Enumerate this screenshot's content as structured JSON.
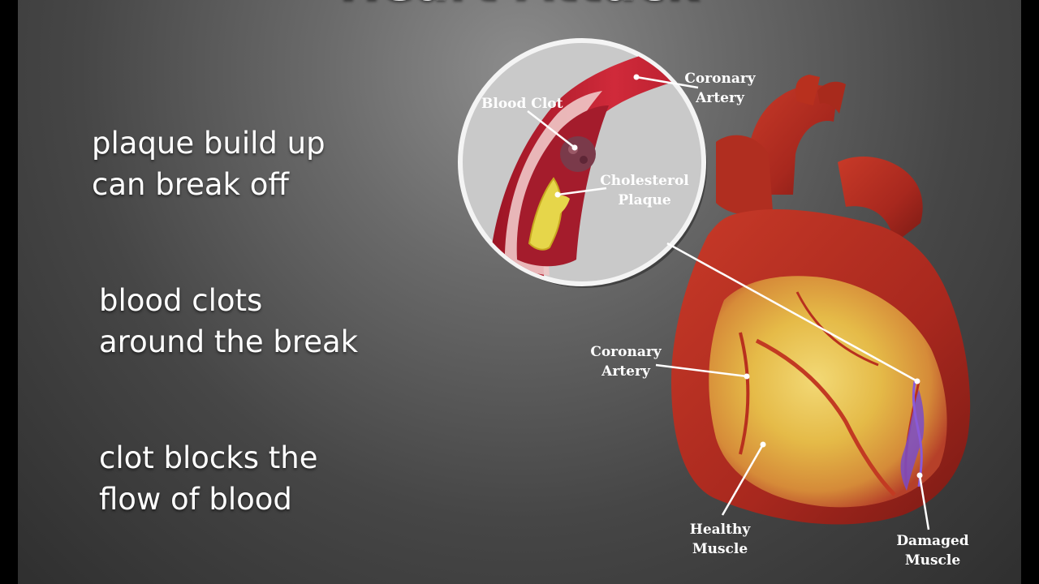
{
  "slide": {
    "title": "Heart Attack",
    "bullets": [
      {
        "lines": [
          "plaque build up",
          "can break off"
        ]
      },
      {
        "lines": [
          "blood clots",
          "around the break"
        ]
      },
      {
        "lines": [
          "clot blocks the",
          "flow of blood"
        ]
      }
    ]
  },
  "diagram": {
    "inset_labels": {
      "blood_clot": "Blood Clot",
      "coronary_artery_top": [
        "Coronary",
        "Artery"
      ],
      "cholesterol_plaque": [
        "Cholesterol",
        "Plaque"
      ]
    },
    "heart_labels": {
      "coronary_artery_left": [
        "Coronary",
        "Artery"
      ],
      "healthy_muscle": [
        "Healthy",
        "Muscle"
      ],
      "damaged_muscle": [
        "Damaged",
        "Muscle"
      ]
    },
    "colors": {
      "artery": "#b8202c",
      "heart_red": "#a8281e",
      "heart_yellow": "#e8c24a",
      "plaque": "#e6d64a",
      "clot": "#7a3a4a",
      "damage": "#7a4cc8",
      "inset_bg": "#c9c9c9"
    }
  }
}
